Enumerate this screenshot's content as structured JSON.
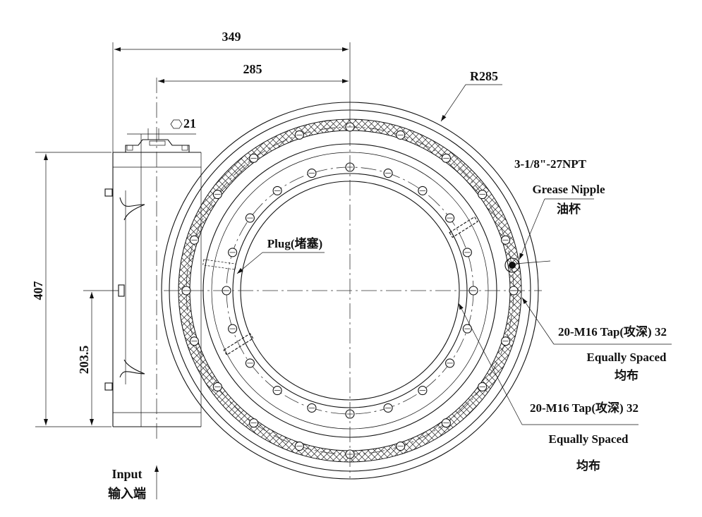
{
  "drawing": {
    "title": "Slewing drive outline drawing",
    "colors": {
      "line": "#111111",
      "background": "#ffffff"
    },
    "dimensions": {
      "overall_width": "349",
      "center_offset": "285",
      "radius": "R285",
      "hex_size": "21",
      "hex_symbol": "⬡",
      "housing_height": "407",
      "half_height": "203.5"
    },
    "callouts": {
      "grease_thread": "3-1/8\"-27NPT",
      "grease_en": "Grease Nipple",
      "grease_cn": "油杯",
      "plug": "Plug(堵塞)",
      "outer_tap": "20-M16 Tap(攻深) 32",
      "outer_spacing_en": "Equally Spaced",
      "outer_spacing_cn": "均布",
      "inner_tap": "20-M16 Tap(攻深) 32",
      "inner_spacing_en": "Equally Spaced",
      "inner_spacing_cn": "均布",
      "input_en": "Input",
      "input_cn": "输入端"
    }
  }
}
